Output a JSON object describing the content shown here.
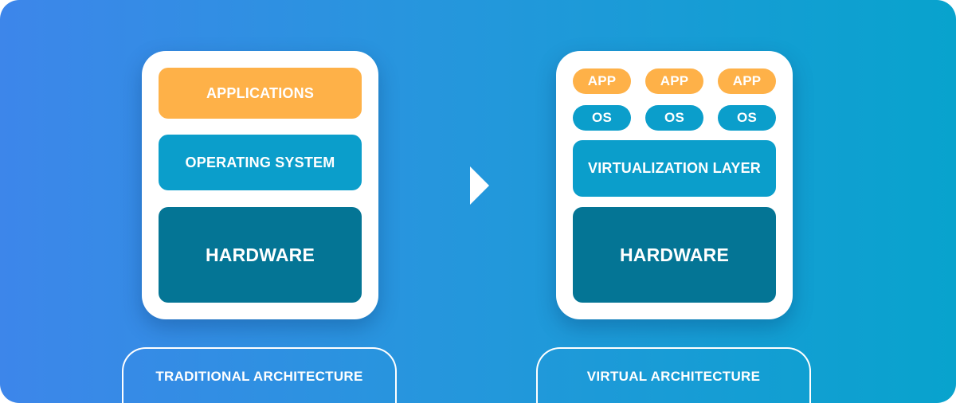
{
  "traditional": {
    "applications": "APPLICATIONS",
    "operating_system": "OPERATING SYSTEM",
    "hardware": "HARDWARE",
    "caption": "TRADITIONAL ARCHITECTURE"
  },
  "virtual": {
    "apps": [
      "APP",
      "APP",
      "APP"
    ],
    "oses": [
      "OS",
      "OS",
      "OS"
    ],
    "virtualization_layer": "VIRTUALIZATION LAYER",
    "hardware": "HARDWARE",
    "caption": "VIRTUAL ARCHITECTURE"
  },
  "colors": {
    "background_start": "#3d86ea",
    "background_end": "#08a3cd",
    "applications": "#feb148",
    "os_layer": "#0b9ecb",
    "hardware": "#047595"
  }
}
